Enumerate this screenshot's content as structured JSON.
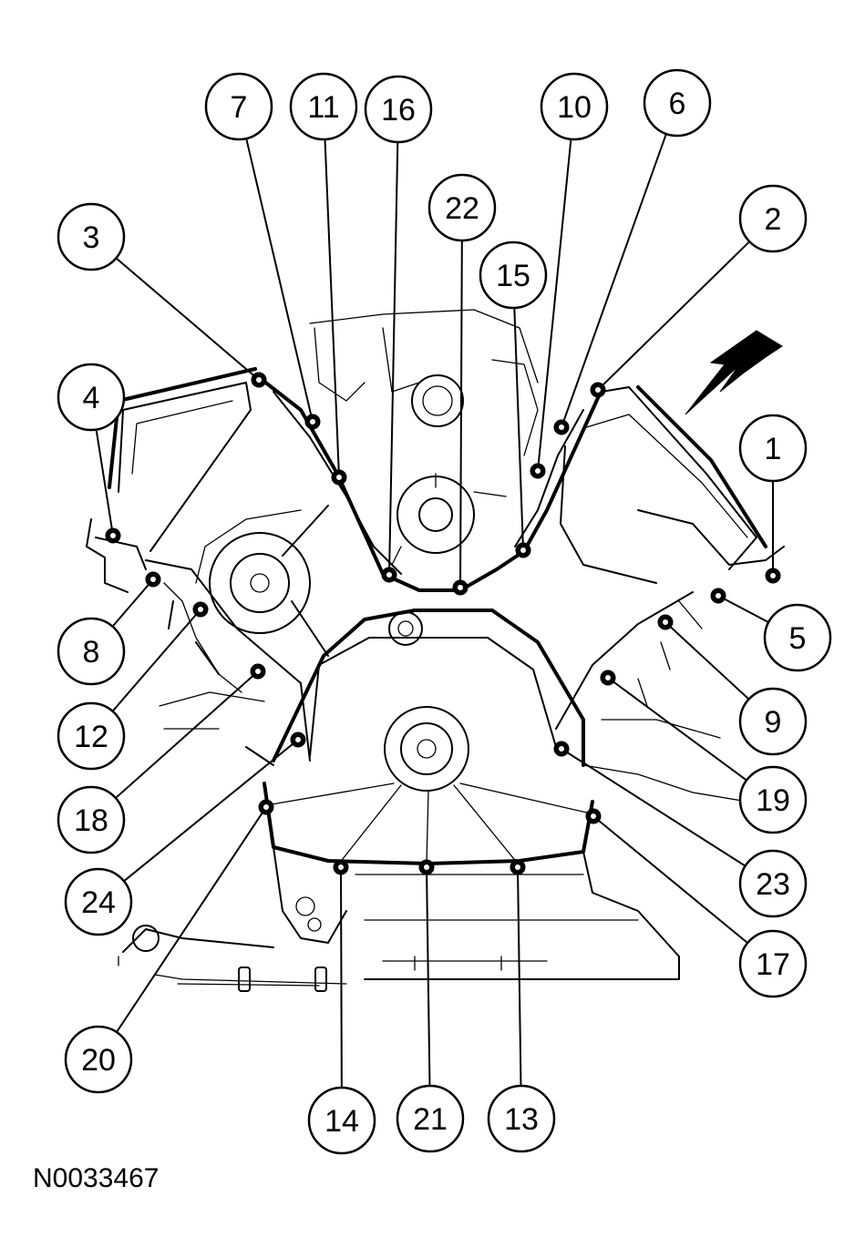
{
  "figure_id": "N0033467",
  "callouts": [
    {
      "label": "1"
    },
    {
      "label": "2"
    },
    {
      "label": "3"
    },
    {
      "label": "4"
    },
    {
      "label": "5"
    },
    {
      "label": "6"
    },
    {
      "label": "7"
    },
    {
      "label": "8"
    },
    {
      "label": "9"
    },
    {
      "label": "10"
    },
    {
      "label": "11"
    },
    {
      "label": "12"
    },
    {
      "label": "13"
    },
    {
      "label": "14"
    },
    {
      "label": "15"
    },
    {
      "label": "16"
    },
    {
      "label": "17"
    },
    {
      "label": "18"
    },
    {
      "label": "19"
    },
    {
      "label": "20"
    },
    {
      "label": "21"
    },
    {
      "label": "22"
    },
    {
      "label": "23"
    },
    {
      "label": "24"
    }
  ]
}
